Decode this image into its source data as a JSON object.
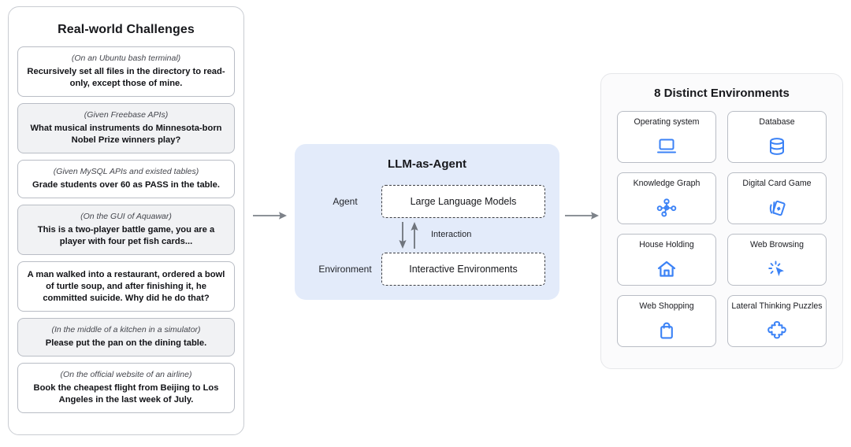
{
  "challenges": {
    "title": "Real-world Challenges",
    "cards": [
      {
        "context": "(On an Ubuntu bash terminal)",
        "text": "Recursively set all files in the directory to read-only, except those of mine."
      },
      {
        "context": "(Given Freebase APIs)",
        "text": "What musical instruments do Minnesota-born Nobel Prize winners play?"
      },
      {
        "context": "(Given MySQL APIs and existed tables)",
        "text": "Grade students over 60 as PASS in the table."
      },
      {
        "context": "(On the GUI of Aquawar)",
        "text": "This is a two-player battle game, you are a player with four pet fish cards..."
      },
      {
        "context": "",
        "text": "A man walked into a restaurant, ordered a bowl of turtle soup, and after finishing it, he committed suicide. Why did he do that?"
      },
      {
        "context": "(In the middle of a kitchen in a simulator)",
        "text": "Please put the pan on the dining table."
      },
      {
        "context": "(On the official website of an airline)",
        "text": "Book the cheapest flight from Beijing to Los Angeles in the last week of July."
      }
    ]
  },
  "agent": {
    "title": "LLM-as-Agent",
    "agent_label": "Agent",
    "agent_box": "Large Language Models",
    "environment_label": "Environment",
    "environment_box": "Interactive Environments",
    "interaction_label": "Interaction"
  },
  "environments": {
    "title": "8 Distinct Environments",
    "cards": [
      {
        "label": "Operating system",
        "icon": "laptop-icon"
      },
      {
        "label": "Database",
        "icon": "database-icon"
      },
      {
        "label": "Knowledge Graph",
        "icon": "knowledge-graph-icon"
      },
      {
        "label": "Digital Card Game",
        "icon": "playing-cards-icon"
      },
      {
        "label": "House Holding",
        "icon": "house-icon"
      },
      {
        "label": "Web Browsing",
        "icon": "cursor-click-icon"
      },
      {
        "label": "Web Shopping",
        "icon": "shopping-bag-icon"
      },
      {
        "label": "Lateral Thinking Puzzles",
        "icon": "puzzle-piece-icon"
      }
    ]
  },
  "colors": {
    "icon_blue": "#3b82f6",
    "agent_panel_blue": "#e3ebfa",
    "card_alt_gray": "#f1f2f4",
    "arrow_gray": "#7d8289"
  }
}
